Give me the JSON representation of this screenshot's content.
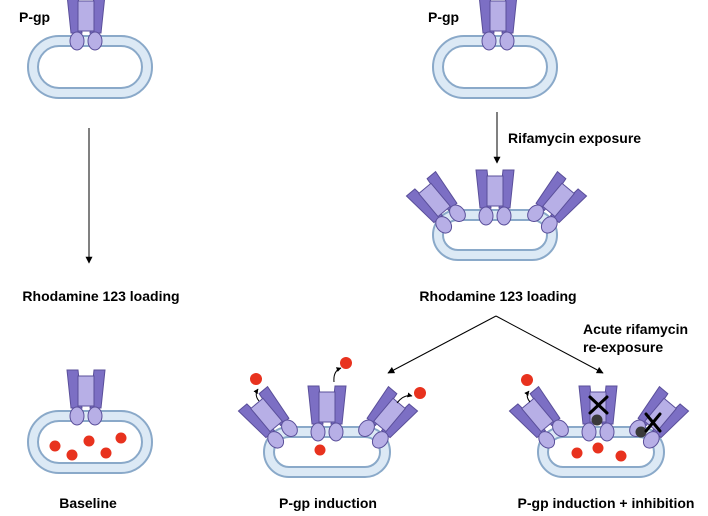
{
  "labels": {
    "pgp_left": "P-gp",
    "pgp_right": "P-gp",
    "rifamycin_exposure": "Rifamycin  exposure",
    "loading_left": "Rhodamine 123 loading",
    "loading_right": "Rhodamine 123 loading",
    "acute_line1": "Acute rifamycin",
    "acute_line2": "re-exposure",
    "baseline": "Baseline",
    "induction": "P-gp induction",
    "induction_inhibition": "P-gp induction + inhibition"
  },
  "colors": {
    "membrane_outer": "#8aa9c9",
    "membrane_fill": "#dce9f5",
    "pgp_dark": "#7c6fc4",
    "pgp_light": "#b7afe6",
    "pgp_outline": "#5a4f9a",
    "rhodamine": "#e8321e",
    "inhibitor": "#3a3a3a"
  }
}
